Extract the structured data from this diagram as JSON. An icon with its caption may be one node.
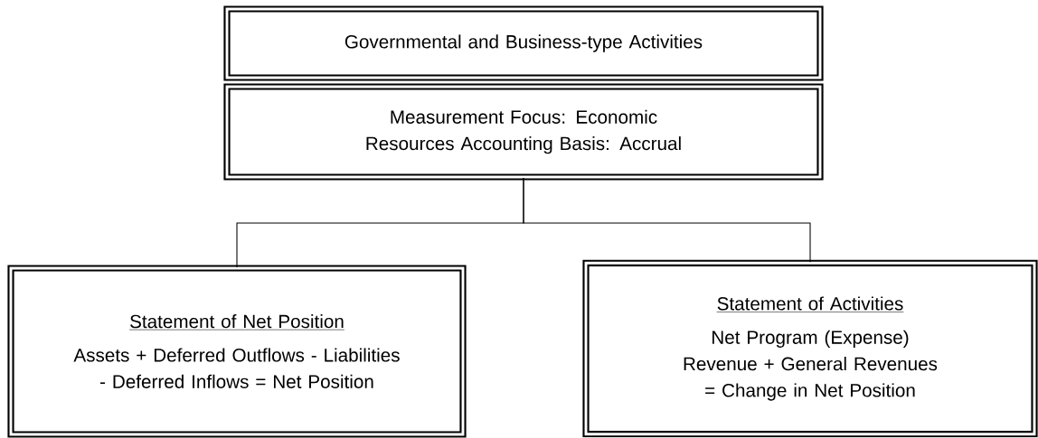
{
  "diagram": {
    "nodes": [
      {
        "text": [
          "Governmental and Business-type Activities"
        ]
      },
      {
        "text": [
          "Measurement Focus: Economic Resources Accounting Basis: Accrual"
        ]
      },
      {
        "text": [
          "Statement of Net Position",
          "Assets + Deferred Outflows - Liabilities - Deferred Inflows = Net Position"
        ]
      },
      {
        "text": [
          "Statement of Activities",
          "Net Program (Expense) Revenue + General Revenues = Change in Net Position"
        ]
      }
    ],
    "edges": [
      {
        "from": 1,
        "to": 2,
        "arrow": "none"
      },
      {
        "from": 1,
        "to": 3,
        "arrow": "none"
      }
    ]
  }
}
